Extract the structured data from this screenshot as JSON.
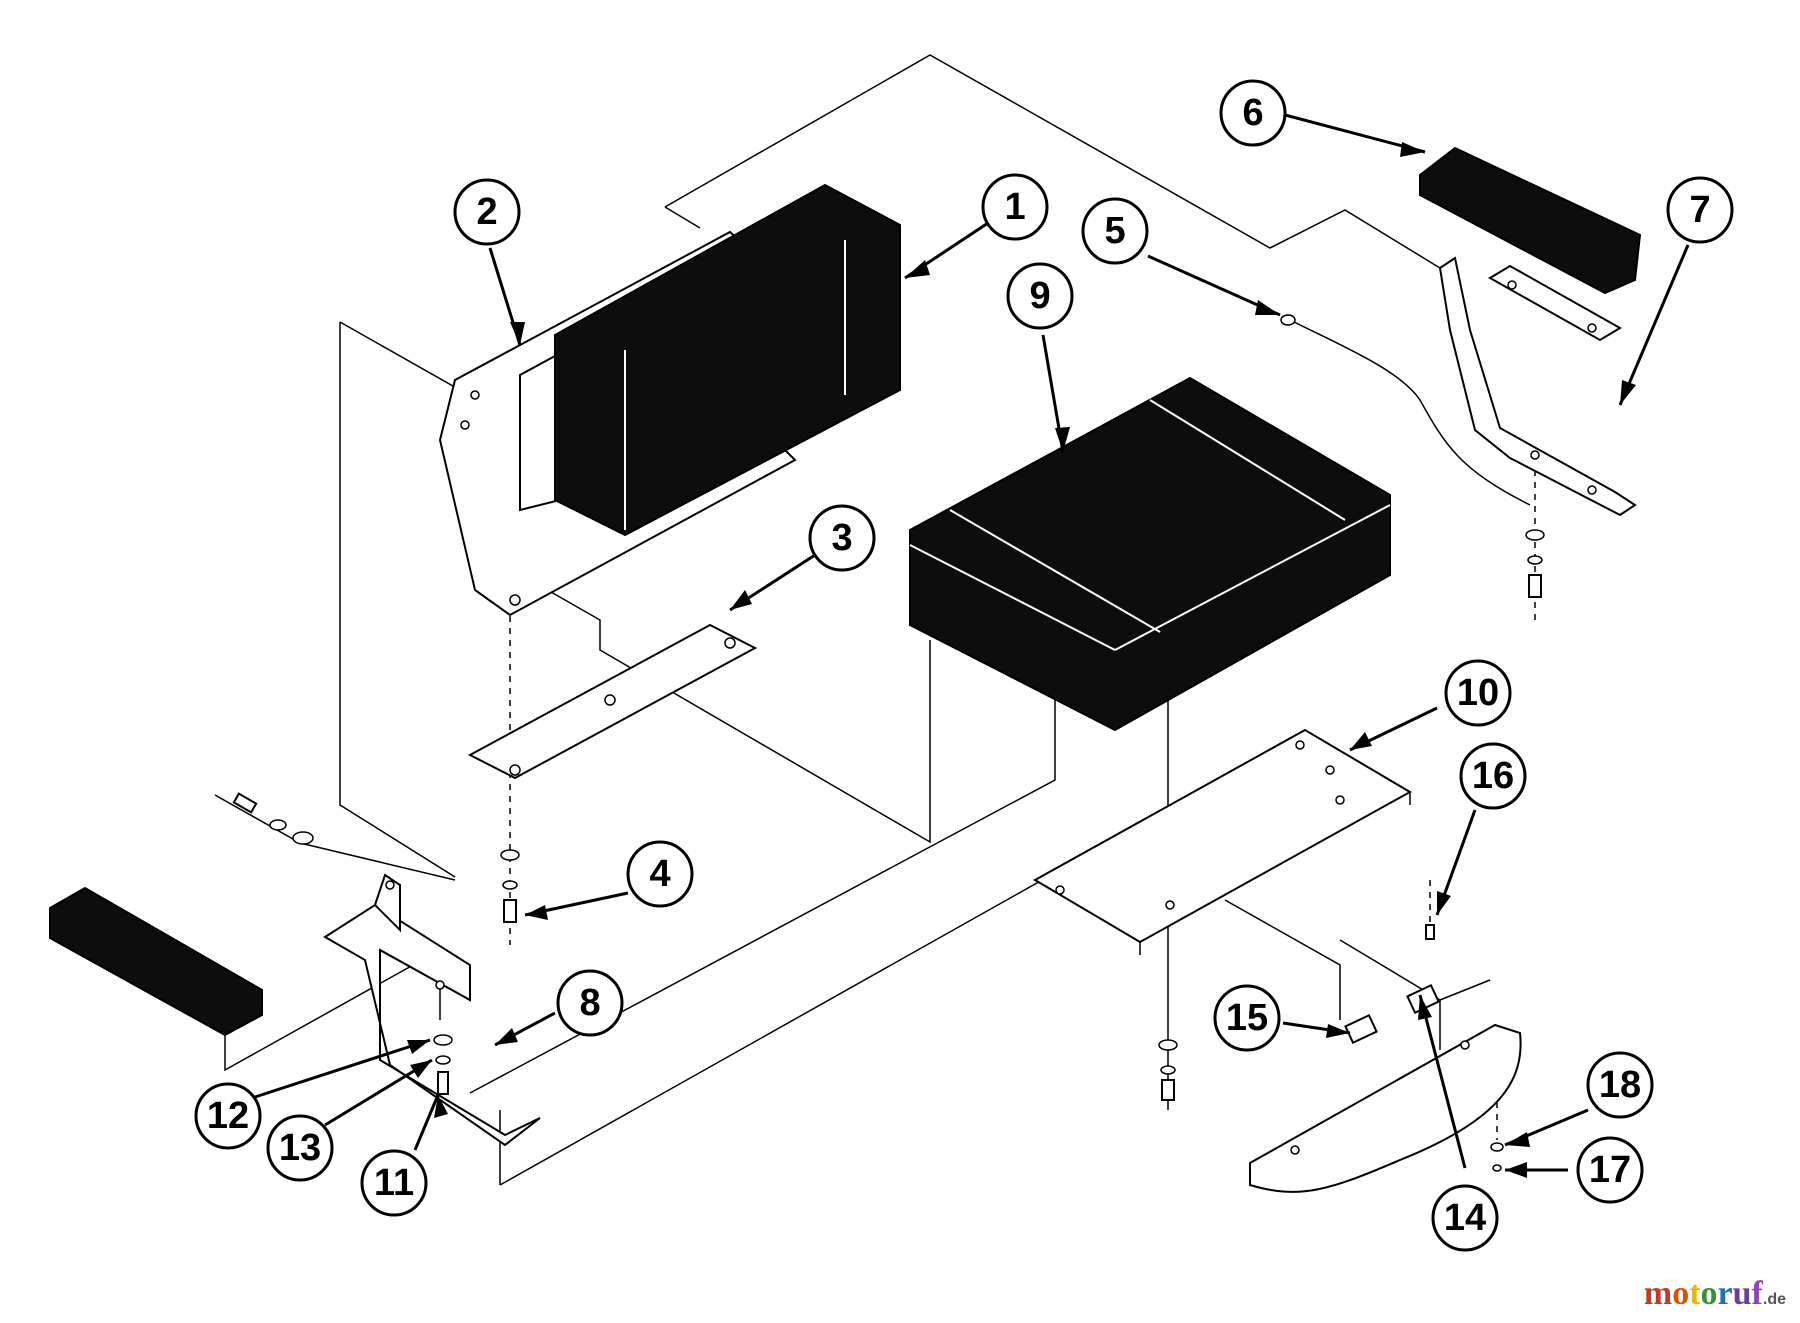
{
  "callouts": [
    {
      "id": "1",
      "label": "1"
    },
    {
      "id": "2",
      "label": "2"
    },
    {
      "id": "3",
      "label": "3"
    },
    {
      "id": "4",
      "label": "4"
    },
    {
      "id": "5",
      "label": "5"
    },
    {
      "id": "6",
      "label": "6"
    },
    {
      "id": "7",
      "label": "7"
    },
    {
      "id": "8",
      "label": "8"
    },
    {
      "id": "9",
      "label": "9"
    },
    {
      "id": "10",
      "label": "10"
    },
    {
      "id": "11",
      "label": "11"
    },
    {
      "id": "12",
      "label": "12"
    },
    {
      "id": "13",
      "label": "13"
    },
    {
      "id": "14",
      "label": "14"
    },
    {
      "id": "15",
      "label": "15"
    },
    {
      "id": "16",
      "label": "16"
    },
    {
      "id": "17",
      "label": "17"
    },
    {
      "id": "18",
      "label": "18"
    }
  ],
  "watermark": {
    "letters": [
      "m",
      "o",
      "t",
      "o",
      "r",
      "u",
      "f"
    ],
    "suffix": ".de"
  }
}
